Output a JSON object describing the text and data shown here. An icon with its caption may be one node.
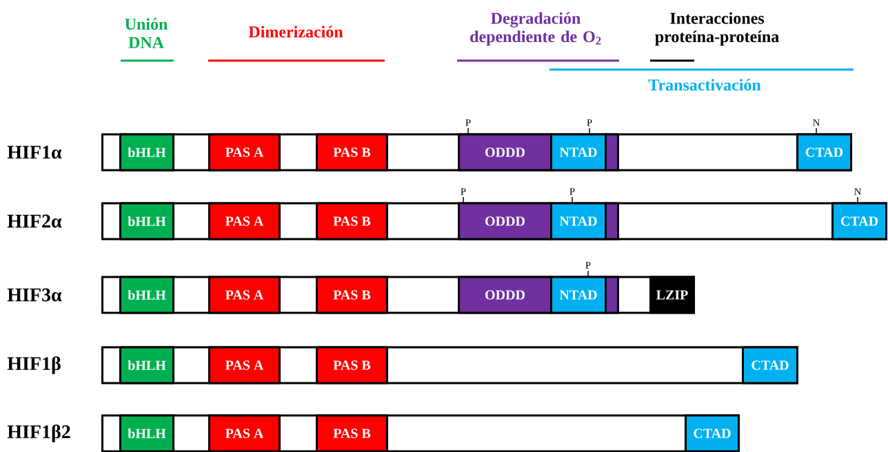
{
  "diagram": {
    "nodes": [
      {
        "text": [],
        "shape": "bar",
        "beside": [
          "HIF1α"
        ]
      },
      {
        "text": [
          "bHLH"
        ],
        "in": 0
      },
      {
        "text": [
          "PAS A"
        ],
        "in": 0
      },
      {
        "text": [
          "PAS B"
        ],
        "in": 0
      },
      {
        "text": [
          "ODDD"
        ],
        "in": 0,
        "beside": [
          "P"
        ]
      },
      {
        "text": [
          "NTAD"
        ],
        "in": 0,
        "beside": [
          "P"
        ]
      },
      {
        "text": [],
        "shape": "box",
        "in": 0
      },
      {
        "text": [
          "CTAD"
        ],
        "in": 0,
        "beside": [
          "N"
        ]
      },
      {
        "text": [],
        "shape": "bar",
        "beside": [
          "HIF2α"
        ]
      },
      {
        "text": [
          "bHLH"
        ],
        "in": 8
      },
      {
        "text": [
          "PAS A"
        ],
        "in": 8
      },
      {
        "text": [
          "PAS B"
        ],
        "in": 8
      },
      {
        "text": [
          "ODDD"
        ],
        "in": 8,
        "beside": [
          "P"
        ]
      },
      {
        "text": [
          "NTAD"
        ],
        "in": 8,
        "beside": [
          "P"
        ]
      },
      {
        "text": [],
        "shape": "box",
        "in": 8
      },
      {
        "text": [
          "CTAD"
        ],
        "in": 8,
        "beside": [
          "N"
        ]
      },
      {
        "text": [],
        "shape": "bar",
        "beside": [
          "HIF3α"
        ]
      },
      {
        "text": [
          "bHLH"
        ],
        "in": 16
      },
      {
        "text": [
          "PAS A"
        ],
        "in": 16
      },
      {
        "text": [
          "PAS B"
        ],
        "in": 16
      },
      {
        "text": [
          "ODDD"
        ],
        "in": 16
      },
      {
        "text": [
          "NTAD"
        ],
        "in": 16,
        "beside": [
          "P"
        ]
      },
      {
        "text": [],
        "shape": "box",
        "in": 16
      },
      {
        "text": [
          "LZIP"
        ],
        "in": 16
      },
      {
        "text": [],
        "shape": "bar",
        "beside": [
          "HIF1β"
        ]
      },
      {
        "text": [
          "bHLH"
        ],
        "in": 24
      },
      {
        "text": [
          "PAS A"
        ],
        "in": 24
      },
      {
        "text": [
          "PAS B"
        ],
        "in": 24
      },
      {
        "text": [
          "CTAD"
        ],
        "in": 24
      },
      {
        "text": [],
        "shape": "bar",
        "beside": [
          "HIF1β2"
        ]
      },
      {
        "text": [
          "bHLH"
        ],
        "in": 29
      },
      {
        "text": [
          "PAS A"
        ],
        "in": 29
      },
      {
        "text": [
          "PAS B"
        ],
        "in": 29
      },
      {
        "text": [
          "CTAD"
        ],
        "in": 29
      }
    ],
    "labels": [
      "Unión DNA",
      "Dimerización",
      "Degradación dependiente de O$_{2}$",
      "Interacciones proteína-proteína",
      "Transactivación"
    ]
  }
}
